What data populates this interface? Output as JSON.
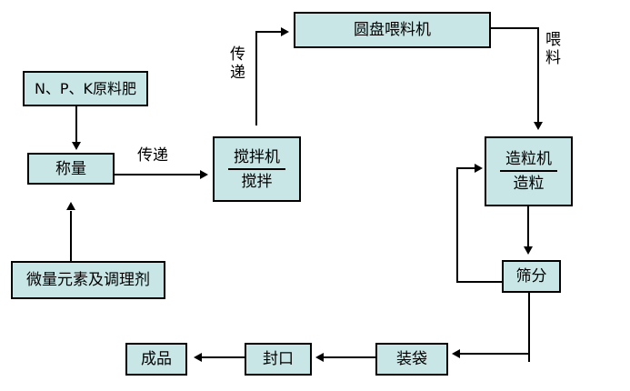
{
  "diagram": {
    "colors": {
      "page_bg": "#ffffff",
      "box_fill": "#c9e6e6",
      "box_border": "#000000",
      "line_color": "#000000"
    },
    "nodes": {
      "npk": {
        "label": "N、P、K原料肥"
      },
      "weigh": {
        "label": "称量"
      },
      "mixer": {
        "line1": "搅拌机",
        "line2": "搅拌"
      },
      "feeder": {
        "label": "圆盘喂料机"
      },
      "granulator": {
        "line1": "造粒机",
        "line2": "造粒"
      },
      "sieve": {
        "label": "筛分"
      },
      "bag": {
        "label": "装袋"
      },
      "seal": {
        "label": "封口"
      },
      "product": {
        "label": "成品"
      },
      "micro": {
        "label": "微量元素及调理剂"
      }
    },
    "edge_labels": {
      "transfer_right": "传递",
      "transfer_up": "传递",
      "feed": "喂料"
    }
  }
}
